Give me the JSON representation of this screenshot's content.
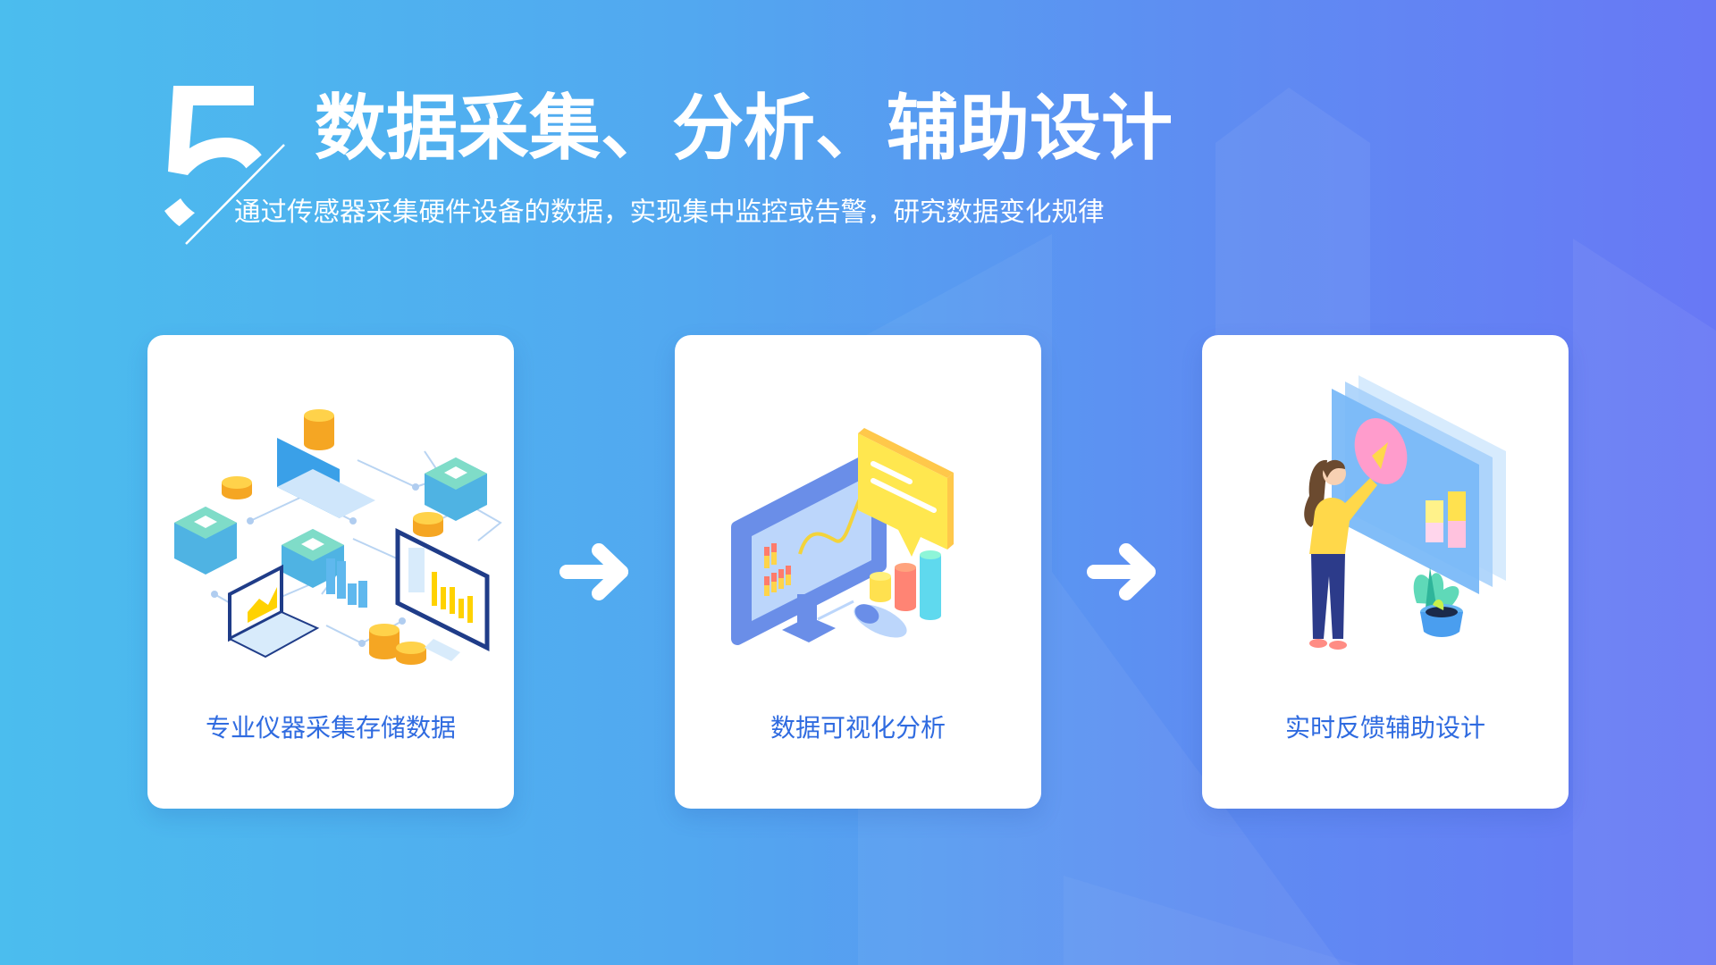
{
  "header": {
    "number": "5",
    "title": "数据采集、分析、辅助设计",
    "subtitle": "通过传感器采集硬件设备的数据，实现集中监控或告警，研究数据变化规律"
  },
  "steps": [
    {
      "label": "专业仪器采集存储数据",
      "illustration": "servers-laptops-coins-network-icon"
    },
    {
      "label": "数据可视化分析",
      "illustration": "monitor-chart-speech-bubble-icon"
    },
    {
      "label": "实时反馈辅助设计",
      "illustration": "woman-pointing-at-dashboard-icon"
    }
  ],
  "connectors": [
    "arrow-right-icon",
    "arrow-right-icon"
  ],
  "colors": {
    "background_start": "#4bbdee",
    "background_end": "#6878f5",
    "card_label": "#2f6be0",
    "card_bg": "#ffffff"
  }
}
